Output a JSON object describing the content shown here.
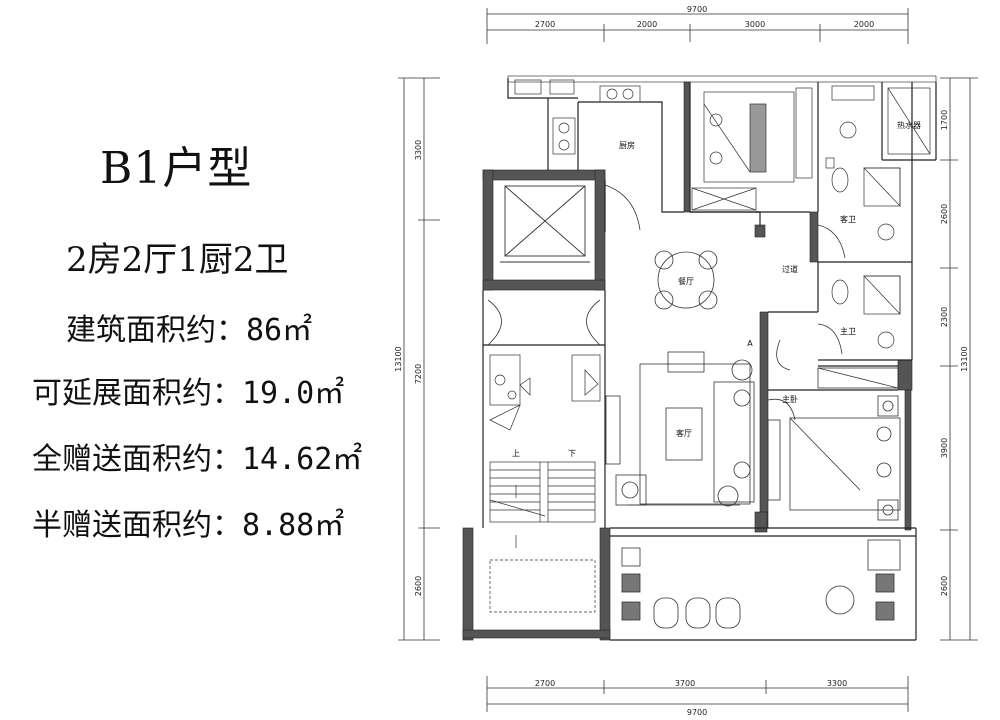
{
  "title": "B1户型",
  "layout": "2房2厅1厨2卫",
  "areas": [
    {
      "label": "建筑面积约：",
      "value": "86㎡"
    },
    {
      "label": "可延展面积约：",
      "value": "19.0㎡"
    },
    {
      "label": "全赠送面积约：",
      "value": "14.62㎡"
    },
    {
      "label": "半赠送面积约：",
      "value": "8.88㎡"
    }
  ],
  "plan": {
    "top_total": "9700",
    "top_segments": [
      "2700",
      "2000",
      "3000",
      "2000"
    ],
    "bottom_total": "9700",
    "bottom_segments": [
      "2700",
      "3700",
      "3300"
    ],
    "left_total": "13100",
    "left_segments": [
      "3300",
      "7200",
      "2600"
    ],
    "right_total": "13100",
    "right_segments": [
      "1700",
      "2600",
      "2300",
      "3900",
      "2600"
    ],
    "rooms": {
      "kitchen": "厨房",
      "dining": "餐厅",
      "corridor": "过道",
      "guest_bath": "客卫",
      "master_bath": "主卫",
      "living": "客厅",
      "master_bedroom": "主卧",
      "water_heater": "热水器"
    },
    "stairs_up": "上",
    "stairs_down": "下",
    "mark_a": "A"
  }
}
